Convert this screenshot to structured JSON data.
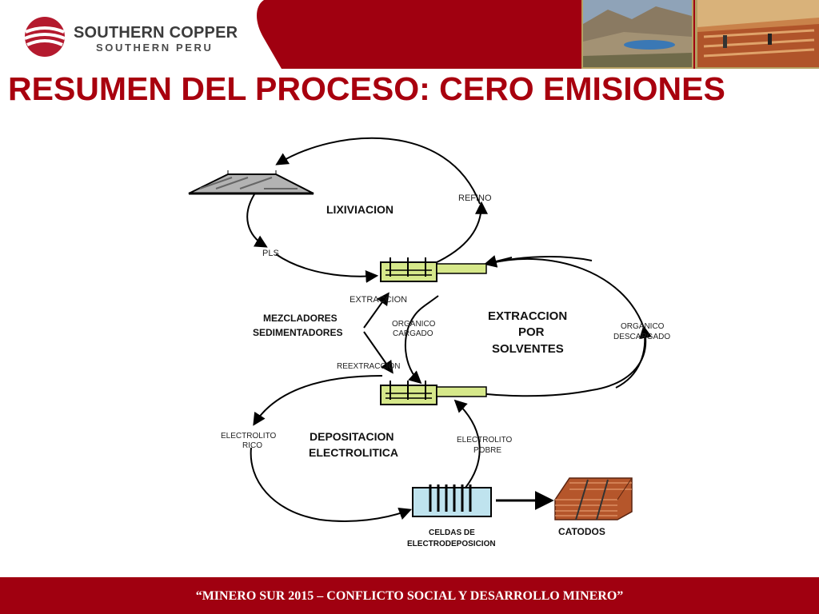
{
  "header": {
    "logo_line1": "SOUTHERN COPPER",
    "logo_line2": "SOUTHERN PERU",
    "title": "RESUMEN DEL PROCESO: CERO EMISIONES"
  },
  "diagram": {
    "lixiviacion": "LIXIVIACION",
    "refino": "REFINO",
    "pls": "PLS",
    "extraccion": "EXTRACCION",
    "mezcladores": "MEZCLADORES",
    "sedimentadores": "SEDIMENTADORES",
    "organico_cargado_1": "ORGANICO",
    "organico_cargado_2": "CARGADO",
    "extraccion_por_1": "EXTRACCION",
    "extraccion_por_2": "POR",
    "extraccion_por_3": "SOLVENTES",
    "organico_descargado_1": "ORGANICO",
    "organico_descargado_2": "DESCARGADO",
    "reextraccion": "REEXTRACCION",
    "electrolito_rico_1": "ELECTROLITO",
    "electrolito_rico_2": "RICO",
    "depositacion_1": "DEPOSITACION",
    "depositacion_2": "ELECTROLITICA",
    "electrolito_pobre_1": "ELECTROLITO",
    "electrolito_pobre_2": "POBRE",
    "celdas_1": "CELDAS DE",
    "celdas_2": "ELECTRODEPOSICION",
    "catodos": "CATODOS"
  },
  "footer": {
    "text": "“MINERO SUR 2015 – CONFLICTO SOCIAL Y DESARROLLO MINERO”"
  },
  "colors": {
    "brand_red": "#a8000e",
    "footer_red": "#a00010",
    "photo_border": "#b5a062"
  }
}
